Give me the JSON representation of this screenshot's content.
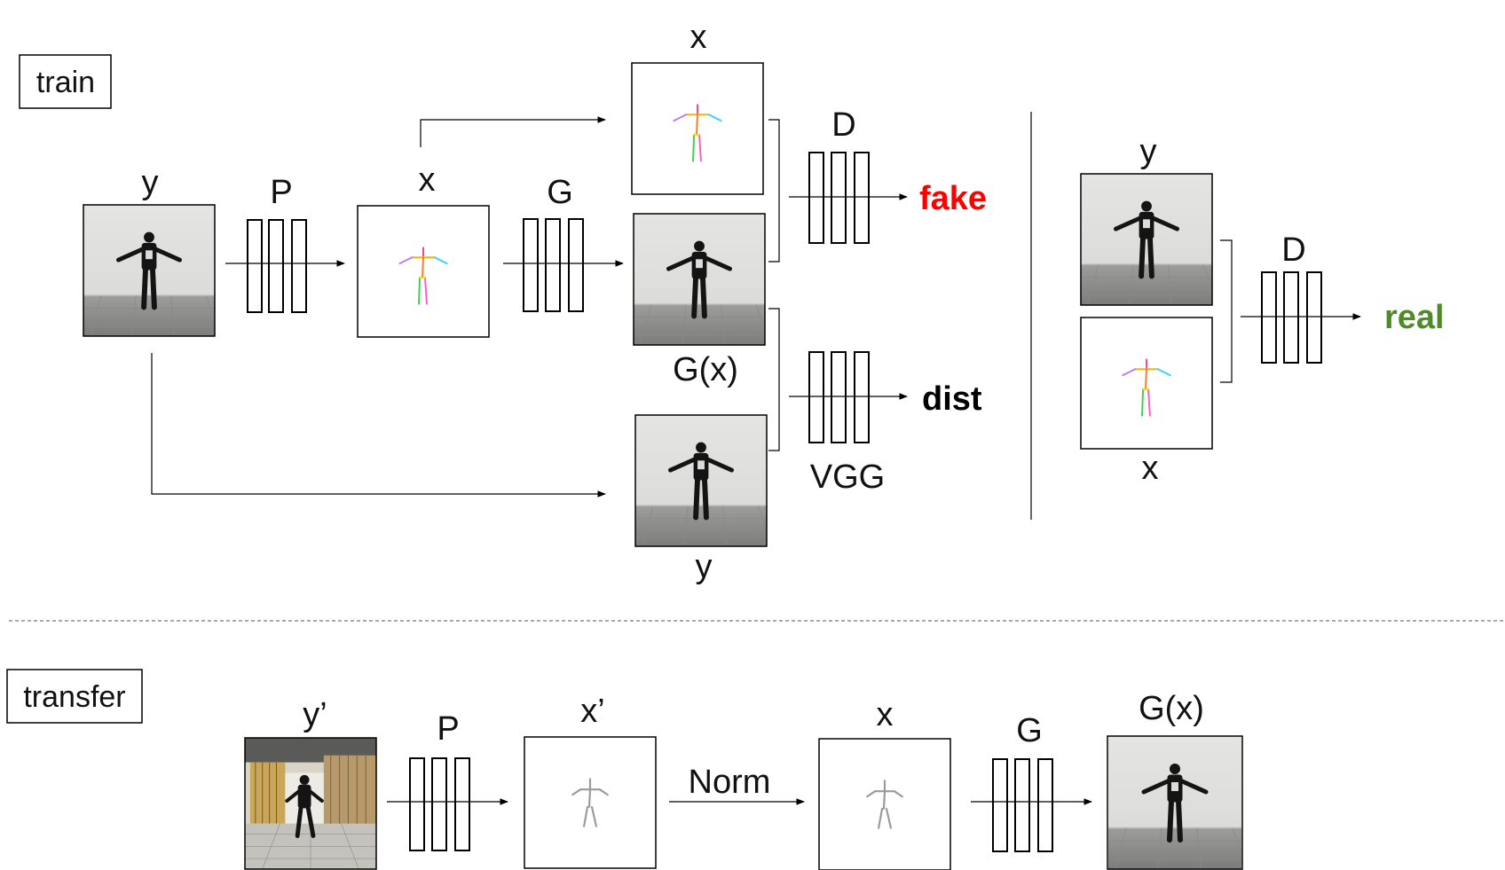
{
  "sections": {
    "train": "train",
    "transfer": "transfer"
  },
  "train": {
    "input_y": "y",
    "pose_net": "P",
    "pose_x": "x",
    "generator": "G",
    "pose_x_top": "x",
    "discriminator": "D",
    "output_gx": "G(x)",
    "vgg": "VGG",
    "target_y": "y",
    "fake_label": "fake",
    "dist_label": "dist",
    "real_pair_y": "y",
    "real_discriminator": "D",
    "real_pair_x": "x",
    "real_label": "real"
  },
  "transfer": {
    "input_y_prime": "y’",
    "pose_net": "P",
    "pose_x_prime": "x’",
    "norm": "Norm",
    "pose_x": "x",
    "generator": "G",
    "output_gx": "G(x)"
  },
  "colors": {
    "fake": "#ff0000",
    "real": "#4f8a2b",
    "dist": "#000000",
    "skeleton_gray": "#9a9a9a"
  }
}
